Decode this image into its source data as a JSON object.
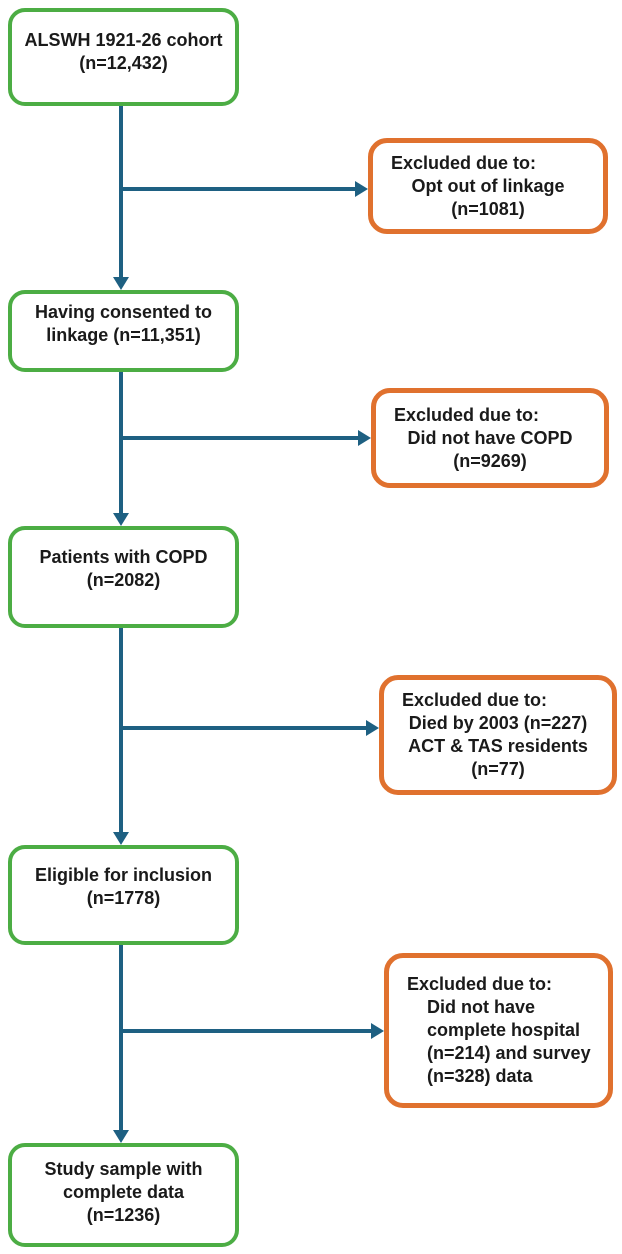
{
  "colors": {
    "step_border": "#4CAD44",
    "exclusion_border": "#E0712E",
    "arrow": "#1E6082",
    "text": "#1A1A1A",
    "background": "#FFFFFF"
  },
  "steps": [
    {
      "id": "cohort",
      "lines": [
        "ALSWH 1921-26 cohort",
        "(n=12,432)"
      ]
    },
    {
      "id": "consented",
      "lines": [
        "Having consented to",
        "linkage (n=11,351)"
      ]
    },
    {
      "id": "copd",
      "lines": [
        "Patients with COPD",
        "(n=2082)"
      ]
    },
    {
      "id": "eligible",
      "lines": [
        "Eligible for inclusion",
        "(n=1778)"
      ]
    },
    {
      "id": "sample",
      "lines": [
        "Study sample with",
        "complete data",
        "(n=1236)"
      ]
    }
  ],
  "exclusions": [
    {
      "header": "Excluded due to:",
      "lines": [
        "Opt out of linkage",
        "(n=1081)"
      ]
    },
    {
      "header": "Excluded due to:",
      "lines": [
        "Did not have COPD",
        "(n=9269)"
      ]
    },
    {
      "header": "Excluded due to:",
      "lines": [
        "Died by 2003 (n=227)",
        "ACT & TAS residents",
        "(n=77)"
      ]
    },
    {
      "header": "Excluded due to:",
      "lines": [
        "Did not have",
        "complete hospital",
        "(n=214) and survey",
        "(n=328) data"
      ]
    }
  ]
}
